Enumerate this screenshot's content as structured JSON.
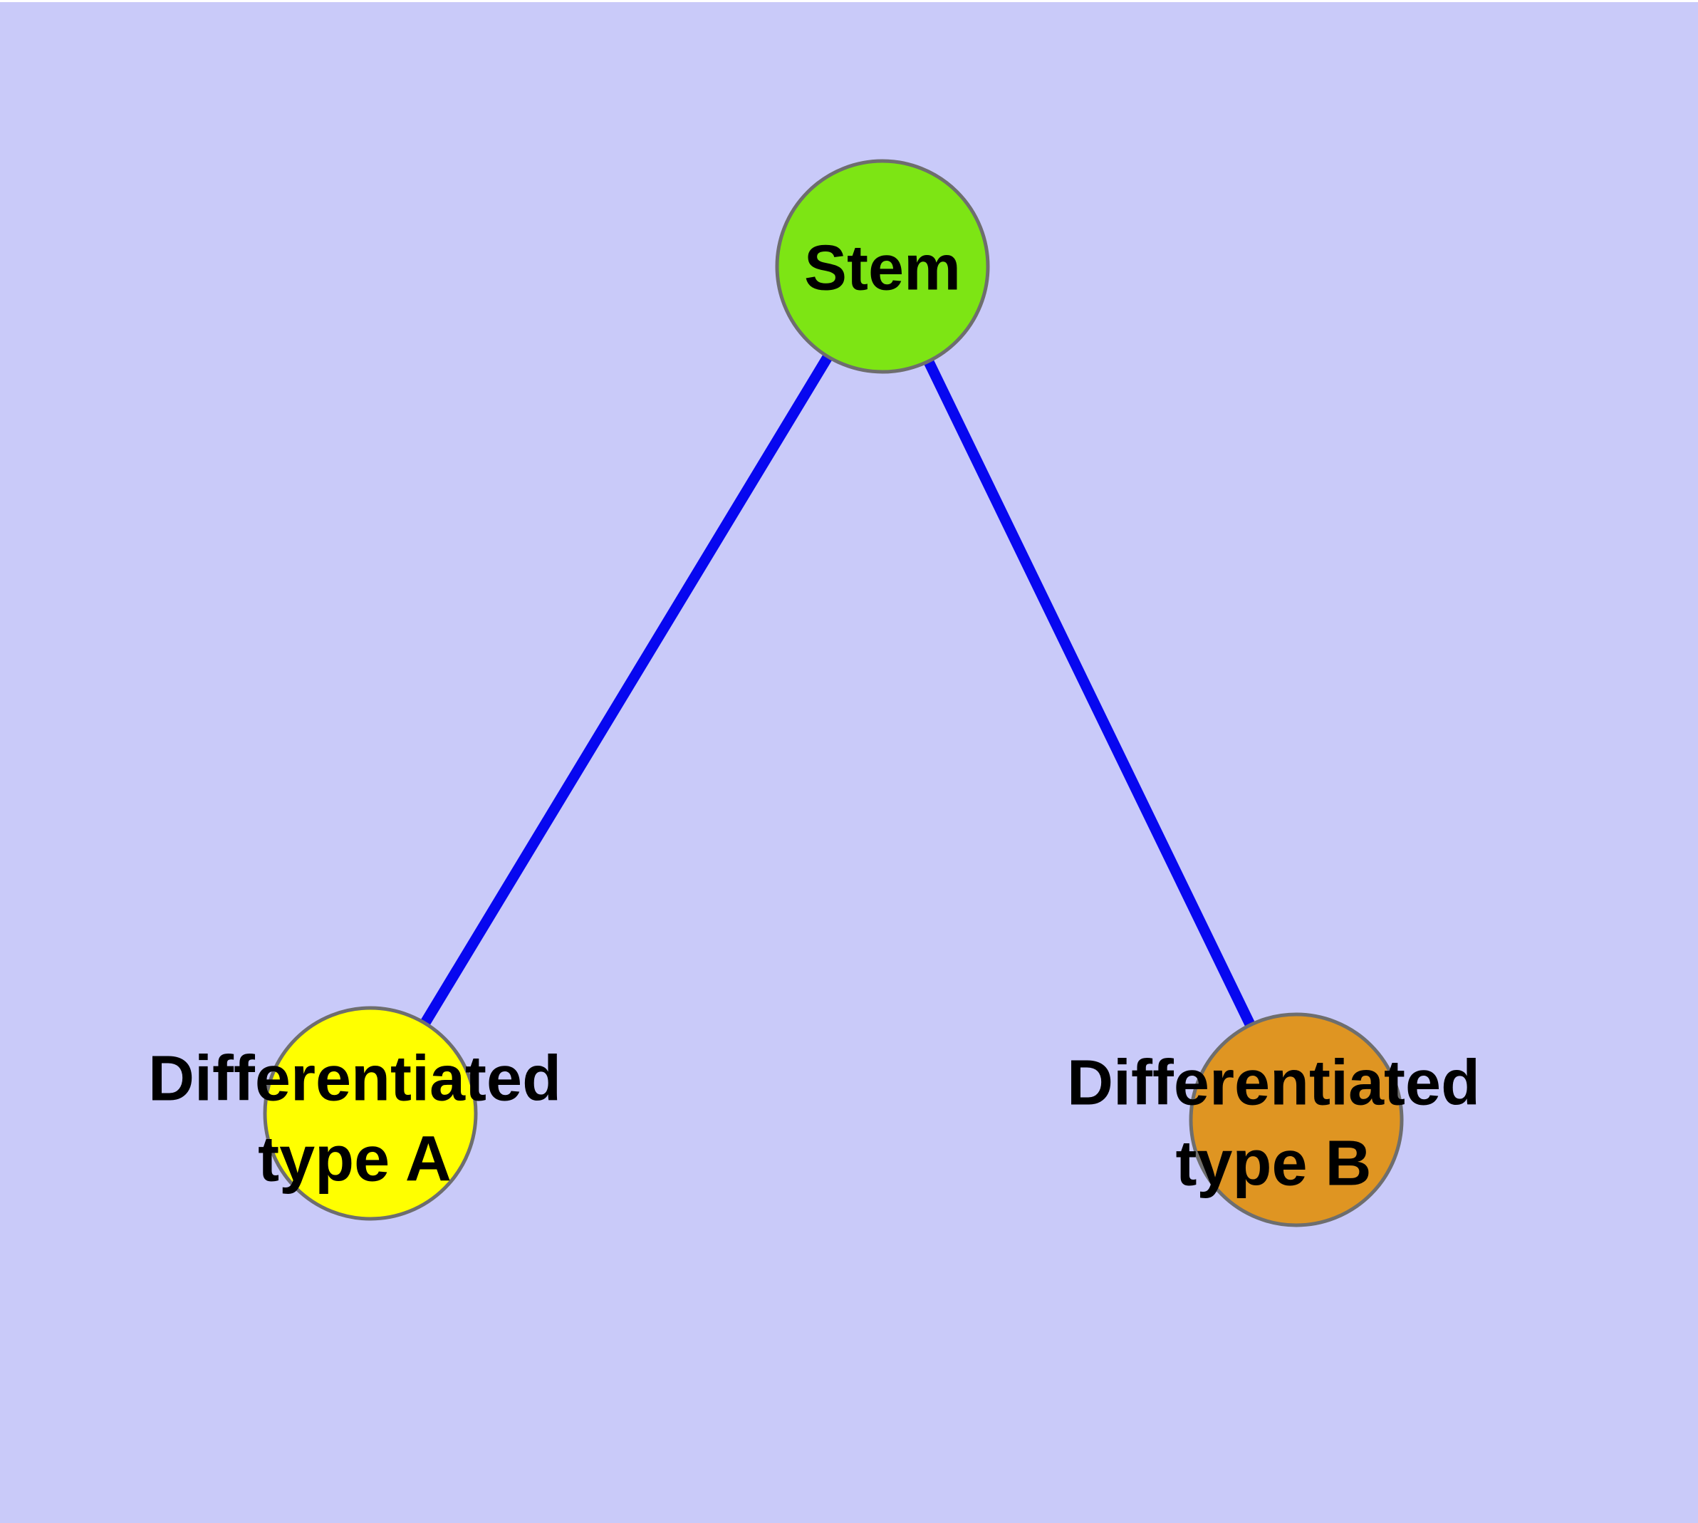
{
  "figure": {
    "background_color": "#C9CAF9",
    "top_margin_color": "#FFFFFF",
    "edge_color": "#0707F0",
    "node_border_color": "#6E6E6E",
    "label_color": "#000000",
    "nodes": [
      {
        "id": "stem",
        "label": "Stem",
        "lines": [
          "Stem"
        ],
        "fill": "#7DE514"
      },
      {
        "id": "differentiated-type-a",
        "label": "Differentiated type A",
        "lines": [
          "Differentiated",
          "type A"
        ],
        "fill": "#FFFF00"
      },
      {
        "id": "differentiated-type-b",
        "label": "Differentiated type B",
        "lines": [
          "Differentiated",
          "type B"
        ],
        "fill": "#DF9522"
      }
    ],
    "edges": [
      {
        "from": "Stem",
        "to": "Differentiated type A"
      },
      {
        "from": "Stem",
        "to": "Differentiated type B"
      }
    ]
  }
}
